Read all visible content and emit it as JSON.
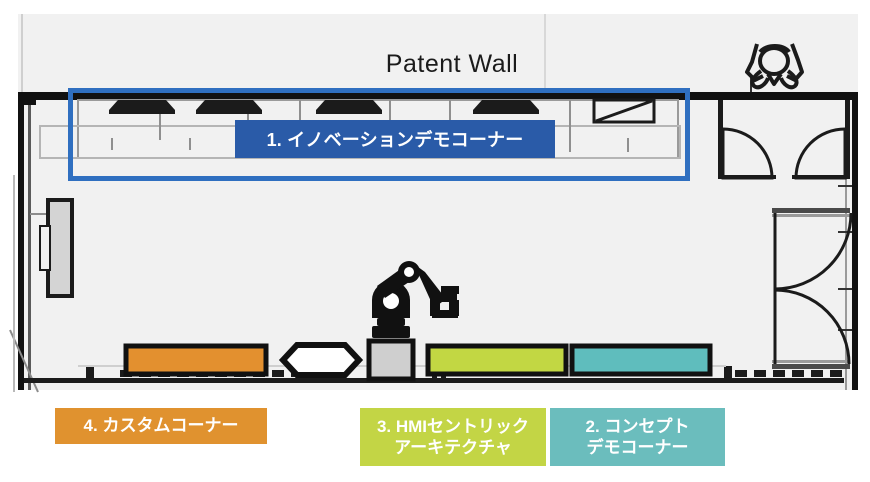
{
  "title": "Showroom floor plan with numbered demo corners",
  "annotations": {
    "patent_wall_label": "Patent Wall",
    "zone1_callout": "1. イノベーションデモコーナー"
  },
  "colors": {
    "zone1_blue": "#2a5ba8",
    "zone1_outline_blue": "#2f6fc0",
    "zone2_teal": "#5fbdbd",
    "zone3_green": "#c2d743",
    "zone4_orange": "#e3902f",
    "legend_green": "#c3d545",
    "legend_teal": "#6bbdbd",
    "legend_orange": "#e0922f",
    "wall_black": "#111111",
    "floor_fill": "#f1f1f1",
    "furniture_gray": "#cfcfcf",
    "thin_line_gray": "#9a9a9a"
  },
  "legend": {
    "items": [
      {
        "id": "custom-corner",
        "number": "4.",
        "lines": [
          "4. カスタムコーナー"
        ],
        "color": "#e0922f"
      },
      {
        "id": "hmi-centric-architecture",
        "number": "3.",
        "lines": [
          "3. HMIセントリック",
          "アーキテクチャ"
        ],
        "color": "#c3d545"
      },
      {
        "id": "concept-demo-corner",
        "number": "2.",
        "lines": [
          "2. コンセプト",
          "デモコーナー"
        ],
        "color": "#6bbdbd"
      }
    ]
  },
  "floorplan": {
    "zone_bars": [
      {
        "id": "zone4-orange-bar",
        "color": "#e3902f"
      },
      {
        "id": "zone3-green-bar",
        "color": "#c2d743"
      },
      {
        "id": "zone2-teal-bar",
        "color": "#5fbdbd"
      }
    ],
    "features": [
      "robot-arm-icon",
      "hexagon-table",
      "gray-equipment-cabinet",
      "left-wall-display-panel",
      "patent-wall-workstations",
      "door-swing-arcs",
      "decorative-logo-mark"
    ]
  }
}
